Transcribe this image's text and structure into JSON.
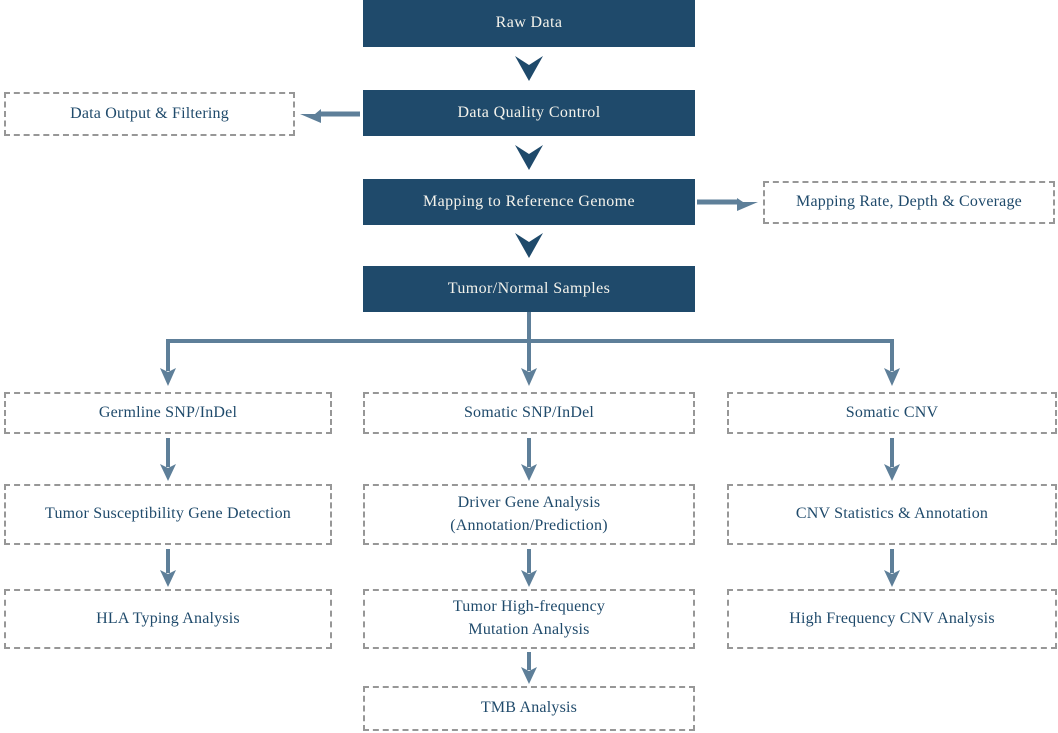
{
  "diagram": {
    "type": "flowchart",
    "topic": "Tumor/Normal whole-exome sequencing analysis pipeline",
    "colors": {
      "solid_box_fill": "#1F4A6B",
      "solid_box_text": "#F4F3EC",
      "dashed_box_border": "#979797",
      "dashed_box_text": "#1F4A6B",
      "main_arrow": "#1F4A6B",
      "branch_arrow": "#5E7F99"
    },
    "nodes": {
      "raw_data": "Raw Data",
      "data_quality_control": "Data Quality Control",
      "data_output_filtering": "Data Output & Filtering",
      "mapping_reference": "Mapping to Reference Genome",
      "mapping_rate": "Mapping Rate, Depth & Coverage",
      "tumor_normal": "Tumor/Normal Samples",
      "germline_snp": "Germline SNP/InDel",
      "tumor_susceptibility": "Tumor Susceptibility Gene Detection",
      "hla_typing": "HLA Typing Analysis",
      "somatic_snp": "Somatic SNP/InDel",
      "driver_gene_line1": "Driver Gene Analysis",
      "driver_gene_line2": "(Annotation/Prediction)",
      "tumor_high_freq_line1": "Tumor High-frequency",
      "tumor_high_freq_line2": "Mutation Analysis",
      "tmb_analysis": "TMB Analysis",
      "somatic_cnv": "Somatic CNV",
      "cnv_statistics": "CNV Statistics & Annotation",
      "high_freq_cnv": "High Frequency CNV Analysis"
    },
    "edges": [
      "Raw Data -> Data Quality Control",
      "Data Quality Control -> Data Output & Filtering",
      "Data Quality Control -> Mapping to Reference Genome",
      "Mapping to Reference Genome -> Mapping Rate, Depth & Coverage",
      "Mapping to Reference Genome -> Tumor/Normal Samples",
      "Tumor/Normal Samples -> Germline SNP/InDel",
      "Tumor/Normal Samples -> Somatic SNP/InDel",
      "Tumor/Normal Samples -> Somatic CNV",
      "Germline SNP/InDel -> Tumor Susceptibility Gene Detection",
      "Tumor Susceptibility Gene Detection -> HLA Typing Analysis",
      "Somatic SNP/InDel -> Driver Gene Analysis (Annotation/Prediction)",
      "Driver Gene Analysis (Annotation/Prediction) -> Tumor High-frequency Mutation Analysis",
      "Tumor High-frequency Mutation Analysis -> TMB Analysis",
      "Somatic CNV -> CNV Statistics & Annotation",
      "CNV Statistics & Annotation -> High Frequency CNV Analysis"
    ]
  }
}
